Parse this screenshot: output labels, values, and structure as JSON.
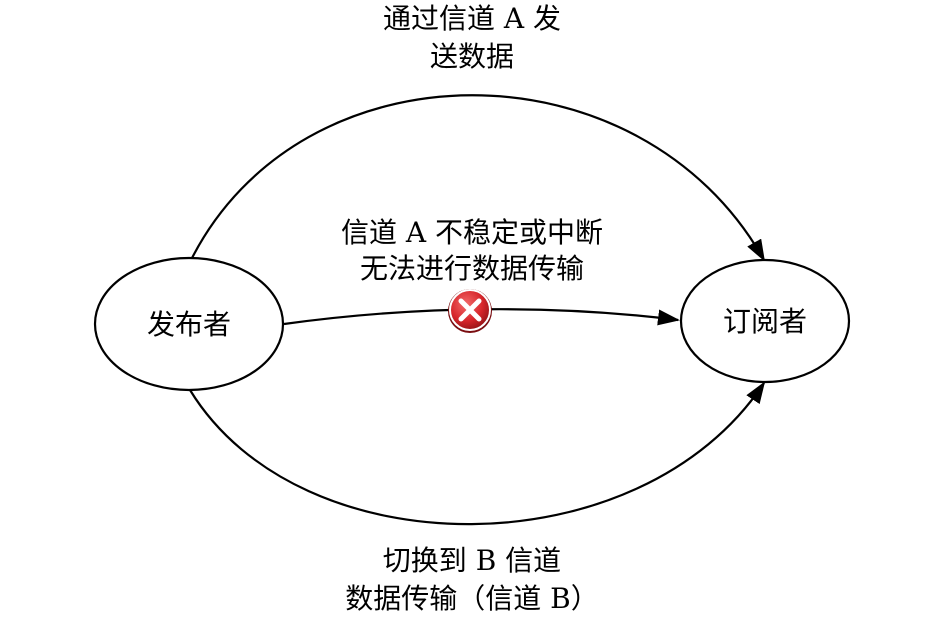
{
  "nodes": {
    "publisher": {
      "label": "发布者"
    },
    "subscriber": {
      "label": "订阅者"
    }
  },
  "edges": {
    "channel_a": {
      "label_line1": "通过信道 A 发",
      "label_line2": "送数据"
    },
    "broken": {
      "label_line1": "信道 A 不稳定或中断",
      "label_line2": "无法进行数据传输"
    },
    "channel_b": {
      "label_line1": "切换到 B 信道",
      "label_line2": "数据传输（信道 B）"
    }
  },
  "colors": {
    "stroke": "#000000",
    "error_fill": "#d6252a",
    "error_mark": "#ffffff"
  },
  "icons": {
    "error": "error-x-icon"
  }
}
